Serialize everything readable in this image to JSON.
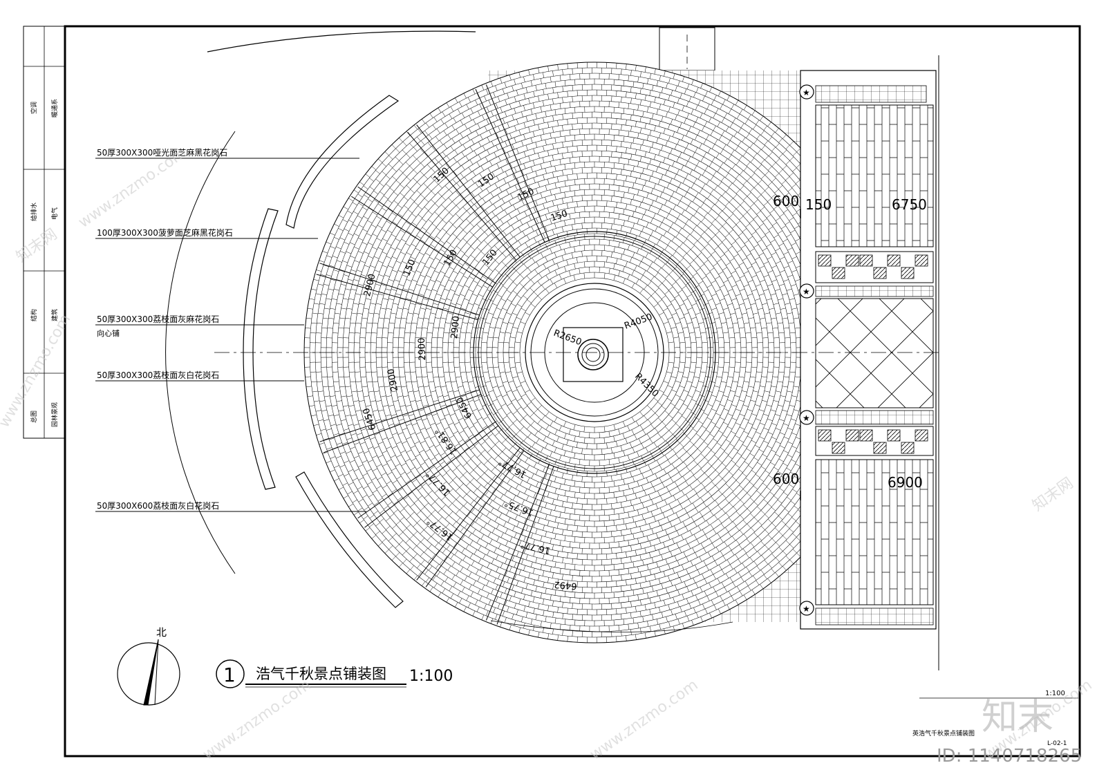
{
  "title_strip": {
    "cells": [
      "空调",
      "暖通系",
      "给排水",
      "电气",
      "结构",
      "建筑",
      "总图",
      "园林景观"
    ]
  },
  "callouts": [
    {
      "text": "50厚300X300哑光面芝麻黑花岗石"
    },
    {
      "text": "100厚300X300菠萝面芝麻黑花岗石"
    },
    {
      "text": "50厚300X300荔枝面灰麻花岗石"
    },
    {
      "text": "向心铺"
    },
    {
      "text": "50厚300X300荔枝面灰白花岗石"
    },
    {
      "text": "50厚300X600荔枝面灰白花岗石"
    }
  ],
  "dimensions": {
    "r_inner": "R2650",
    "r_mid": "R4050",
    "r_mid2": "R4350",
    "d600a": "600",
    "d150": "150",
    "d6750": "6750",
    "d600b": "600",
    "d6900": "6900",
    "radial": [
      "150",
      "150",
      "150",
      "150",
      "150",
      "150",
      "150",
      "2900",
      "2900",
      "2900",
      "2900",
      "6450",
      "6450",
      "16.81°",
      "16.77°",
      "16.77°",
      "16.77°",
      "16.75°",
      "16.77°",
      "6492"
    ]
  },
  "north": {
    "label": "北"
  },
  "drawing_title": {
    "number": "1",
    "name": "浩气千秋景点铺装图",
    "scale": "1:100"
  },
  "title_block": {
    "scale": "1:100",
    "name": "英浩气千秋景点铺装图",
    "sheet": "L-02-1"
  },
  "watermark": {
    "text": "www.znzmo.com",
    "brand": "知末",
    "brand2": "知末网",
    "id": "ID: 1140718265"
  }
}
